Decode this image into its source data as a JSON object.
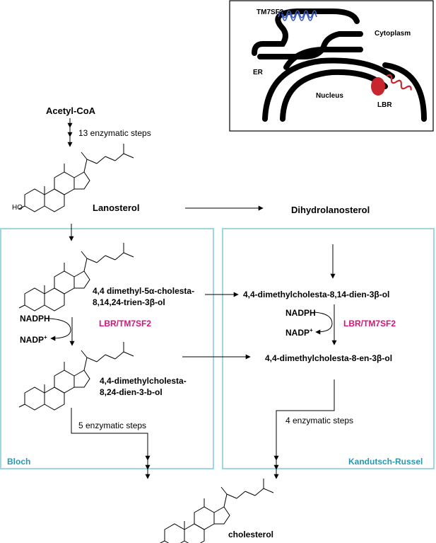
{
  "colors": {
    "panel_border": "#9fd6df",
    "pathway_label": "#2a97b0",
    "enzyme_label": "#d4147a",
    "tm7sf2_protein": "#3b5cb5",
    "lbr_protein": "#c8262f"
  },
  "inset": {
    "tm7sf2": "TM7SF2",
    "cytoplasm": "Cytoplasm",
    "er": "ER",
    "nucleus": "Nucleus",
    "lbr": "LBR"
  },
  "top": {
    "acetyl_coa": "Acetyl-CoA",
    "steps13": "13 enzymatic steps",
    "lanosterol": "Lanosterol",
    "dihydrolanosterol": "Dihydrolanosterol"
  },
  "bloch": {
    "label": "Bloch",
    "compound1_line1": "4,4 dimethyl-5α-cholesta-",
    "compound1_line2": "8,14,24-trien-3β-ol",
    "nadph": "NADPH",
    "nadp": "NADP",
    "nadp_sup": "+",
    "enzyme": "LBR/TM7SF2",
    "compound2_line1": "4,4-dimethylcholesta-",
    "compound2_line2": "8,24-dien-3-b-ol",
    "steps": "5 enzymatic steps"
  },
  "kandutsch": {
    "label": "Kandutsch-Russel",
    "compound1": "4,4-dimethylcholesta-8,14-dien-3β-ol",
    "nadph": "NADPH",
    "nadp": "NADP",
    "nadp_sup": "+",
    "enzyme": "LBR/TM7SF2",
    "compound2": "4,4-dimethylcholesta-8-en-3β-ol",
    "steps": "4 enzymatic steps"
  },
  "bottom": {
    "cholesterol": "cholesterol"
  },
  "structure_labels": {
    "ho": "HO"
  }
}
